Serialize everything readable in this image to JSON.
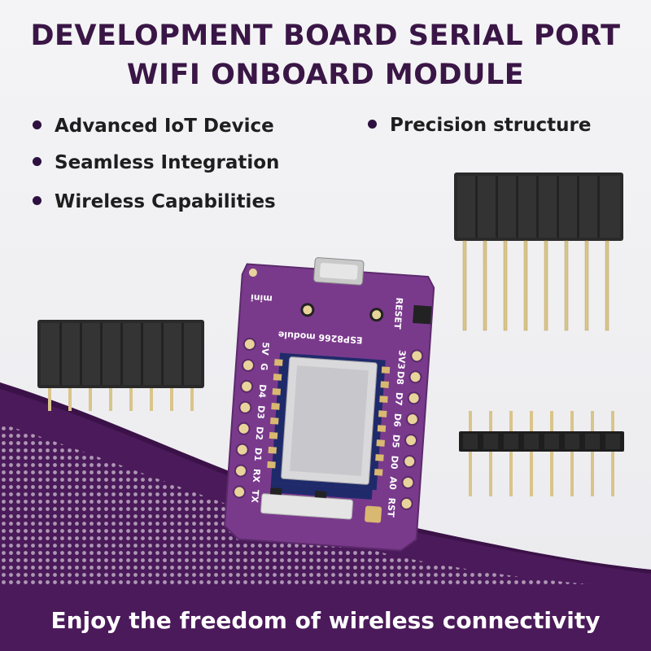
{
  "header": {
    "title_line1": "DEVELOPMENT BOARD SERIAL PORT",
    "title_line2": "WIFI ONBOARD MODULE"
  },
  "features": [
    {
      "label": "Advanced IoT Device"
    },
    {
      "label": "Precision structure"
    },
    {
      "label": "Seamless Integration"
    },
    {
      "label": "Wireless Capabilities"
    }
  ],
  "board": {
    "top_label": "mini",
    "reset_label": "RESET",
    "chip_label": "ESP8266 module",
    "left_pins": [
      "5V",
      "G",
      "D4",
      "D3",
      "D2",
      "D1",
      "RX",
      "TX"
    ],
    "right_pins": [
      "3V3",
      "D8",
      "D7",
      "D6",
      "D5",
      "D0",
      "A0",
      "RST"
    ]
  },
  "footer": {
    "tagline": "Enjoy the freedom of wireless connectivity"
  },
  "colors": {
    "title": "#3a1646",
    "accent_purple": "#4b1a5a",
    "board_purple": "#7a3a8c",
    "header_black": "#232323",
    "pin_gold": "#d9c48a"
  }
}
